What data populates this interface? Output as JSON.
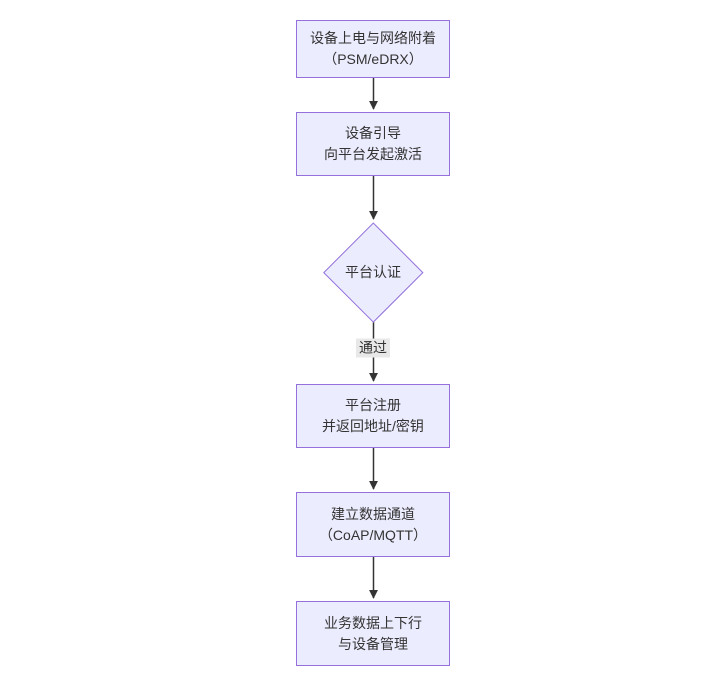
{
  "diagram": {
    "type": "flowchart",
    "direction": "top-down",
    "nodes": [
      {
        "id": "power-attach",
        "shape": "rect",
        "lines": [
          "设备上电与网络附着",
          "（PSM/eDRX）"
        ]
      },
      {
        "id": "bootstrap",
        "shape": "rect",
        "lines": [
          "设备引导",
          "向平台发起激活"
        ]
      },
      {
        "id": "platform-auth",
        "shape": "diamond",
        "lines": [
          "平台认证"
        ]
      },
      {
        "id": "register",
        "shape": "rect",
        "lines": [
          "平台注册",
          "并返回地址/密钥"
        ]
      },
      {
        "id": "data-channel",
        "shape": "rect",
        "lines": [
          "建立数据通道",
          "（CoAP/MQTT）"
        ]
      },
      {
        "id": "business-data",
        "shape": "rect",
        "lines": [
          "业务数据上下行",
          "与设备管理"
        ]
      }
    ],
    "edges": [
      {
        "from": "power-attach",
        "to": "bootstrap",
        "label": ""
      },
      {
        "from": "bootstrap",
        "to": "platform-auth",
        "label": ""
      },
      {
        "from": "platform-auth",
        "to": "register",
        "label": "通过"
      },
      {
        "from": "register",
        "to": "data-channel",
        "label": ""
      },
      {
        "from": "data-channel",
        "to": "business-data",
        "label": ""
      }
    ],
    "colors": {
      "node_fill": "#ECECFF",
      "node_border": "#9370DB",
      "text": "#333333",
      "arrow": "#333333",
      "edge_label_bg": "#e8e8e8",
      "background": "#ffffff"
    }
  }
}
